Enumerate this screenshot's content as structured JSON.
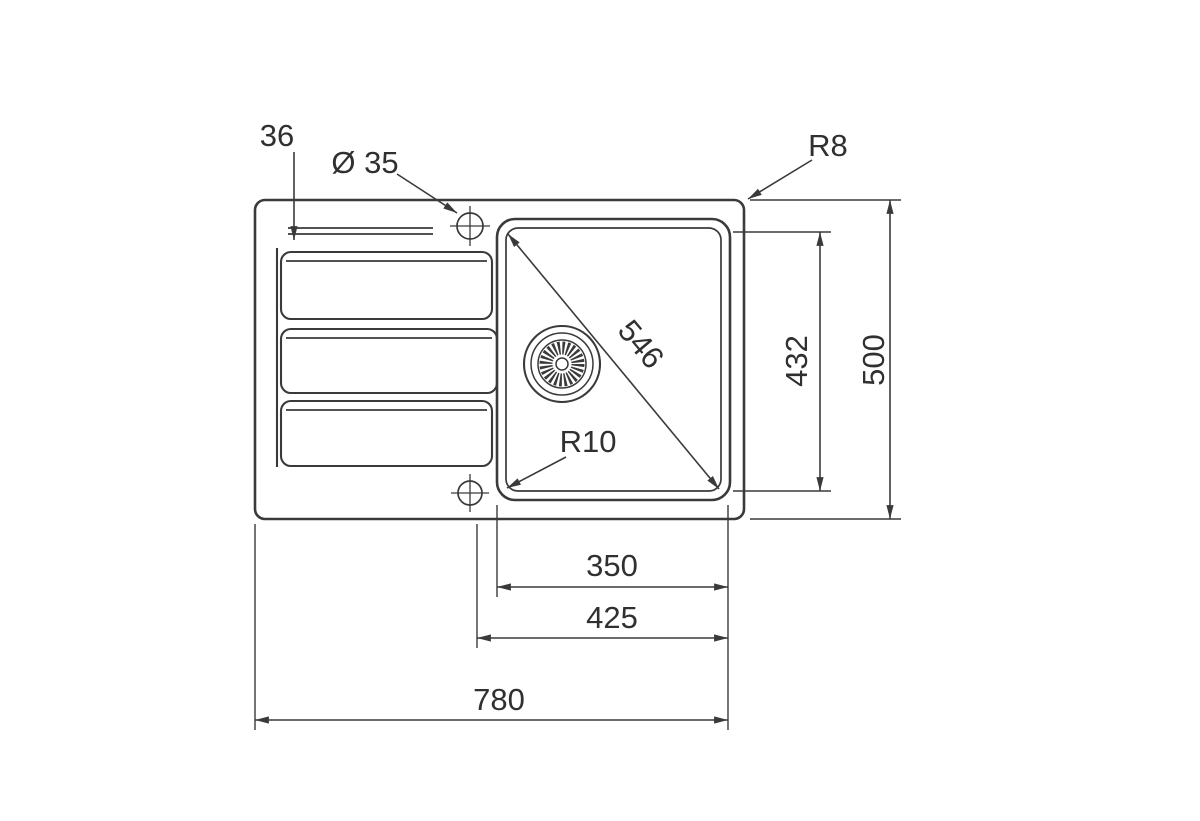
{
  "drawing": {
    "title": "Inset sink with drainboard - dimensional drawing",
    "colors": {
      "line": "#3a3a3a",
      "background": "#ffffff",
      "text": "#303030"
    },
    "labels": {
      "rim_width": "36",
      "faucet_hole_diameter": "Ø 35",
      "outer_corner_radius": "R8",
      "bowl_diagonal": "546",
      "bowl_depth": "432",
      "overall_depth": "500",
      "bowl_corner_radius": "R10",
      "bowl_width": "350",
      "bowl_offset_width": "425",
      "overall_width": "780"
    }
  }
}
